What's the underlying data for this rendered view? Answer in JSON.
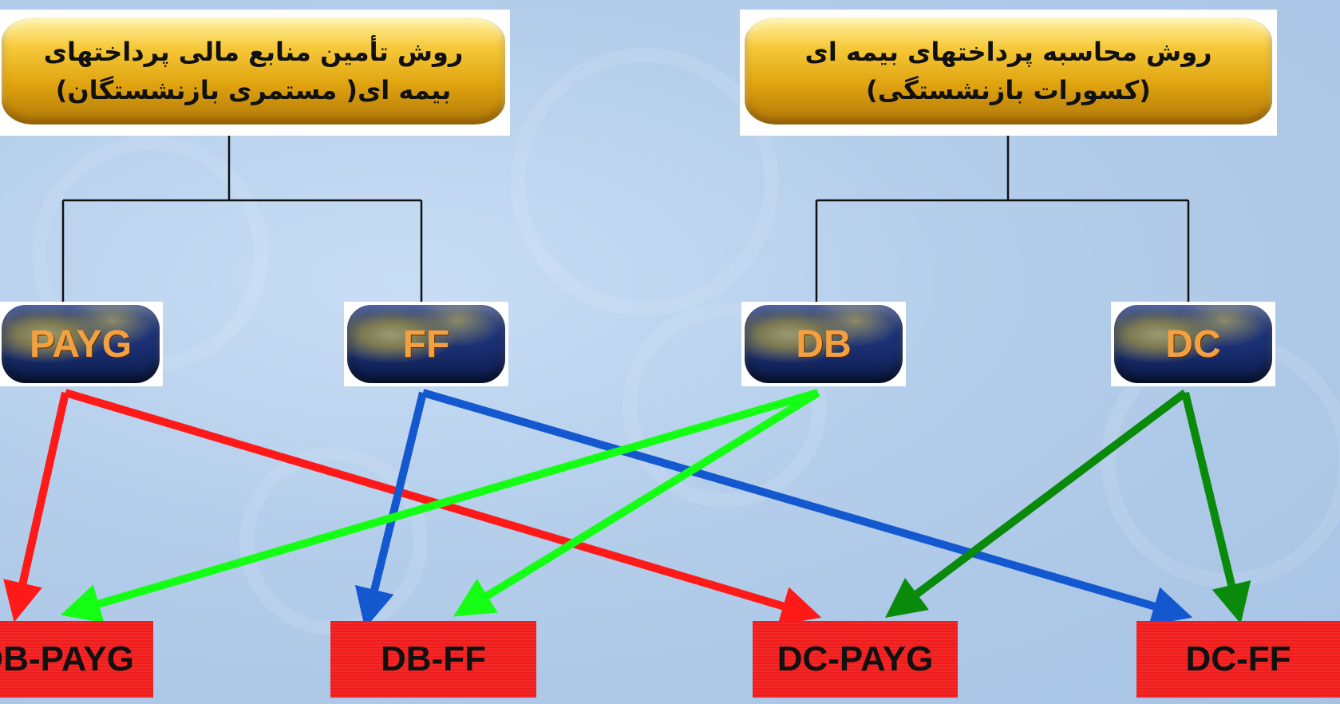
{
  "headers": {
    "left": "روش تأمین منابع مالی پرداختهای\nبیمه ای( مستمری بازنشستگان)",
    "right": "روش محاسبه پرداختهای بیمه ای\n(کسورات بازنشستگی)"
  },
  "nodes": {
    "payg": "PAYG",
    "ff": "FF",
    "db": "DB",
    "dc": "DC"
  },
  "results": {
    "db_payg": "DB-PAYG",
    "db_ff": "DB-FF",
    "dc_payg": "DC-PAYG",
    "dc_ff": "DC-FF"
  },
  "colors": {
    "payg_arrows": "#ff1a1a",
    "ff_arrows": "#1458d0",
    "db_arrows": "#14ff14",
    "dc_arrows": "#0a8a0a",
    "result_box": "#f01c1c",
    "node_label": "#f5a040"
  }
}
